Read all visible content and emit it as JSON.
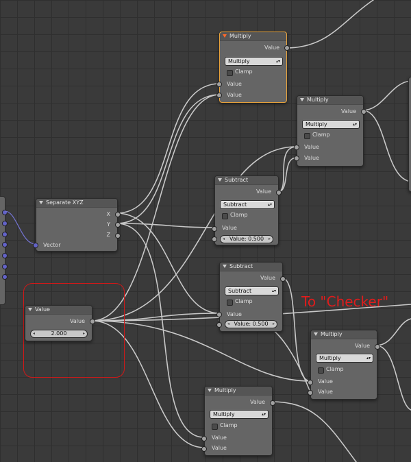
{
  "nodes": {
    "multiply_1": {
      "title": "Multiply",
      "output": "Value",
      "operation": "Multiply",
      "clamp": "Clamp",
      "input1": "Value",
      "input2": "Value"
    },
    "multiply_2": {
      "title": "Multiply",
      "output": "Value",
      "operation": "Multiply",
      "clamp": "Clamp",
      "input1": "Value",
      "input2": "Value"
    },
    "subtract_1": {
      "title": "Subtract",
      "output": "Value",
      "operation": "Subtract",
      "clamp": "Clamp",
      "input1": "Value",
      "field_label": "Value:",
      "field_value": "0.500"
    },
    "separate_xyz": {
      "title": "Separate XYZ",
      "out_x": "X",
      "out_y": "Y",
      "out_z": "Z",
      "input": "Vector"
    },
    "subtract_2": {
      "title": "Subtract",
      "output": "Value",
      "operation": "Subtract",
      "clamp": "Clamp",
      "input1": "Value",
      "field_label": "Value:",
      "field_value": "0.500"
    },
    "value": {
      "title": "Value",
      "output": "Value",
      "field_value": "2.000"
    },
    "multiply_3": {
      "title": "Multiply",
      "output": "Value",
      "operation": "Multiply",
      "clamp": "Clamp",
      "input1": "Value",
      "input2": "Value"
    },
    "multiply_4": {
      "title": "Multiply",
      "output": "Value",
      "operation": "Multiply",
      "clamp": "Clamp",
      "input1": "Value",
      "input2": "Value"
    }
  },
  "annotation": {
    "text": "To \"Checker\"",
    "color": "#e01c1c"
  },
  "colors": {
    "background": "#3a3a3a",
    "node_body": "#656565",
    "selected_border": "#e8a33c",
    "link": "#c8c8c8",
    "frame": "#d01818"
  }
}
